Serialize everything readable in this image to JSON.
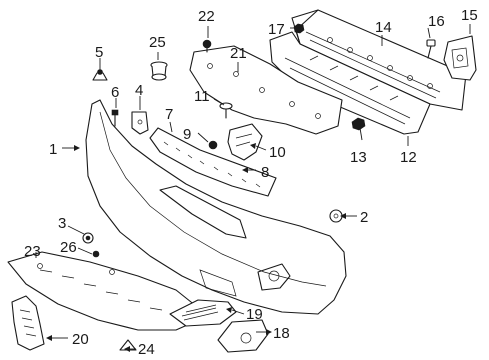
{
  "diagram": {
    "callouts": [
      {
        "id": "1",
        "label": "1"
      },
      {
        "id": "2",
        "label": "2"
      },
      {
        "id": "3",
        "label": "3"
      },
      {
        "id": "4",
        "label": "4"
      },
      {
        "id": "5",
        "label": "5"
      },
      {
        "id": "6",
        "label": "6"
      },
      {
        "id": "7",
        "label": "7"
      },
      {
        "id": "8",
        "label": "8"
      },
      {
        "id": "9",
        "label": "9"
      },
      {
        "id": "10",
        "label": "10"
      },
      {
        "id": "11",
        "label": "11"
      },
      {
        "id": "12",
        "label": "12"
      },
      {
        "id": "13",
        "label": "13"
      },
      {
        "id": "14",
        "label": "14"
      },
      {
        "id": "15",
        "label": "15"
      },
      {
        "id": "16",
        "label": "16"
      },
      {
        "id": "17",
        "label": "17"
      },
      {
        "id": "18",
        "label": "18"
      },
      {
        "id": "19",
        "label": "19"
      },
      {
        "id": "20",
        "label": "20"
      },
      {
        "id": "21",
        "label": "21"
      },
      {
        "id": "22",
        "label": "22"
      },
      {
        "id": "23",
        "label": "23"
      },
      {
        "id": "24",
        "label": "24"
      },
      {
        "id": "25",
        "label": "25"
      },
      {
        "id": "26",
        "label": "26"
      }
    ]
  }
}
